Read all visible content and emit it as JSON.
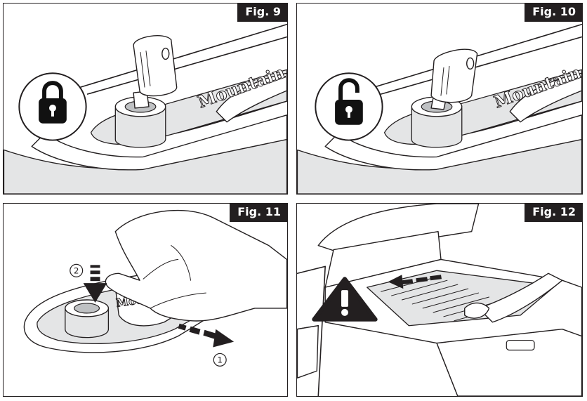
{
  "figures": [
    {
      "label": "Fig. 9",
      "icon": "locked-padlock-icon",
      "brand": "Mountain T"
    },
    {
      "label": "Fig. 10",
      "icon": "unlocked-padlock-icon",
      "brand": "Mountain T"
    },
    {
      "label": "Fig. 11",
      "brand": "Mountain",
      "steps": [
        "2",
        "1"
      ]
    },
    {
      "label": "Fig. 12",
      "icon": "warning-icon"
    }
  ],
  "colors": {
    "ink": "#231f20",
    "panel_shade": "#e4e5e6",
    "background": "#ffffff"
  }
}
